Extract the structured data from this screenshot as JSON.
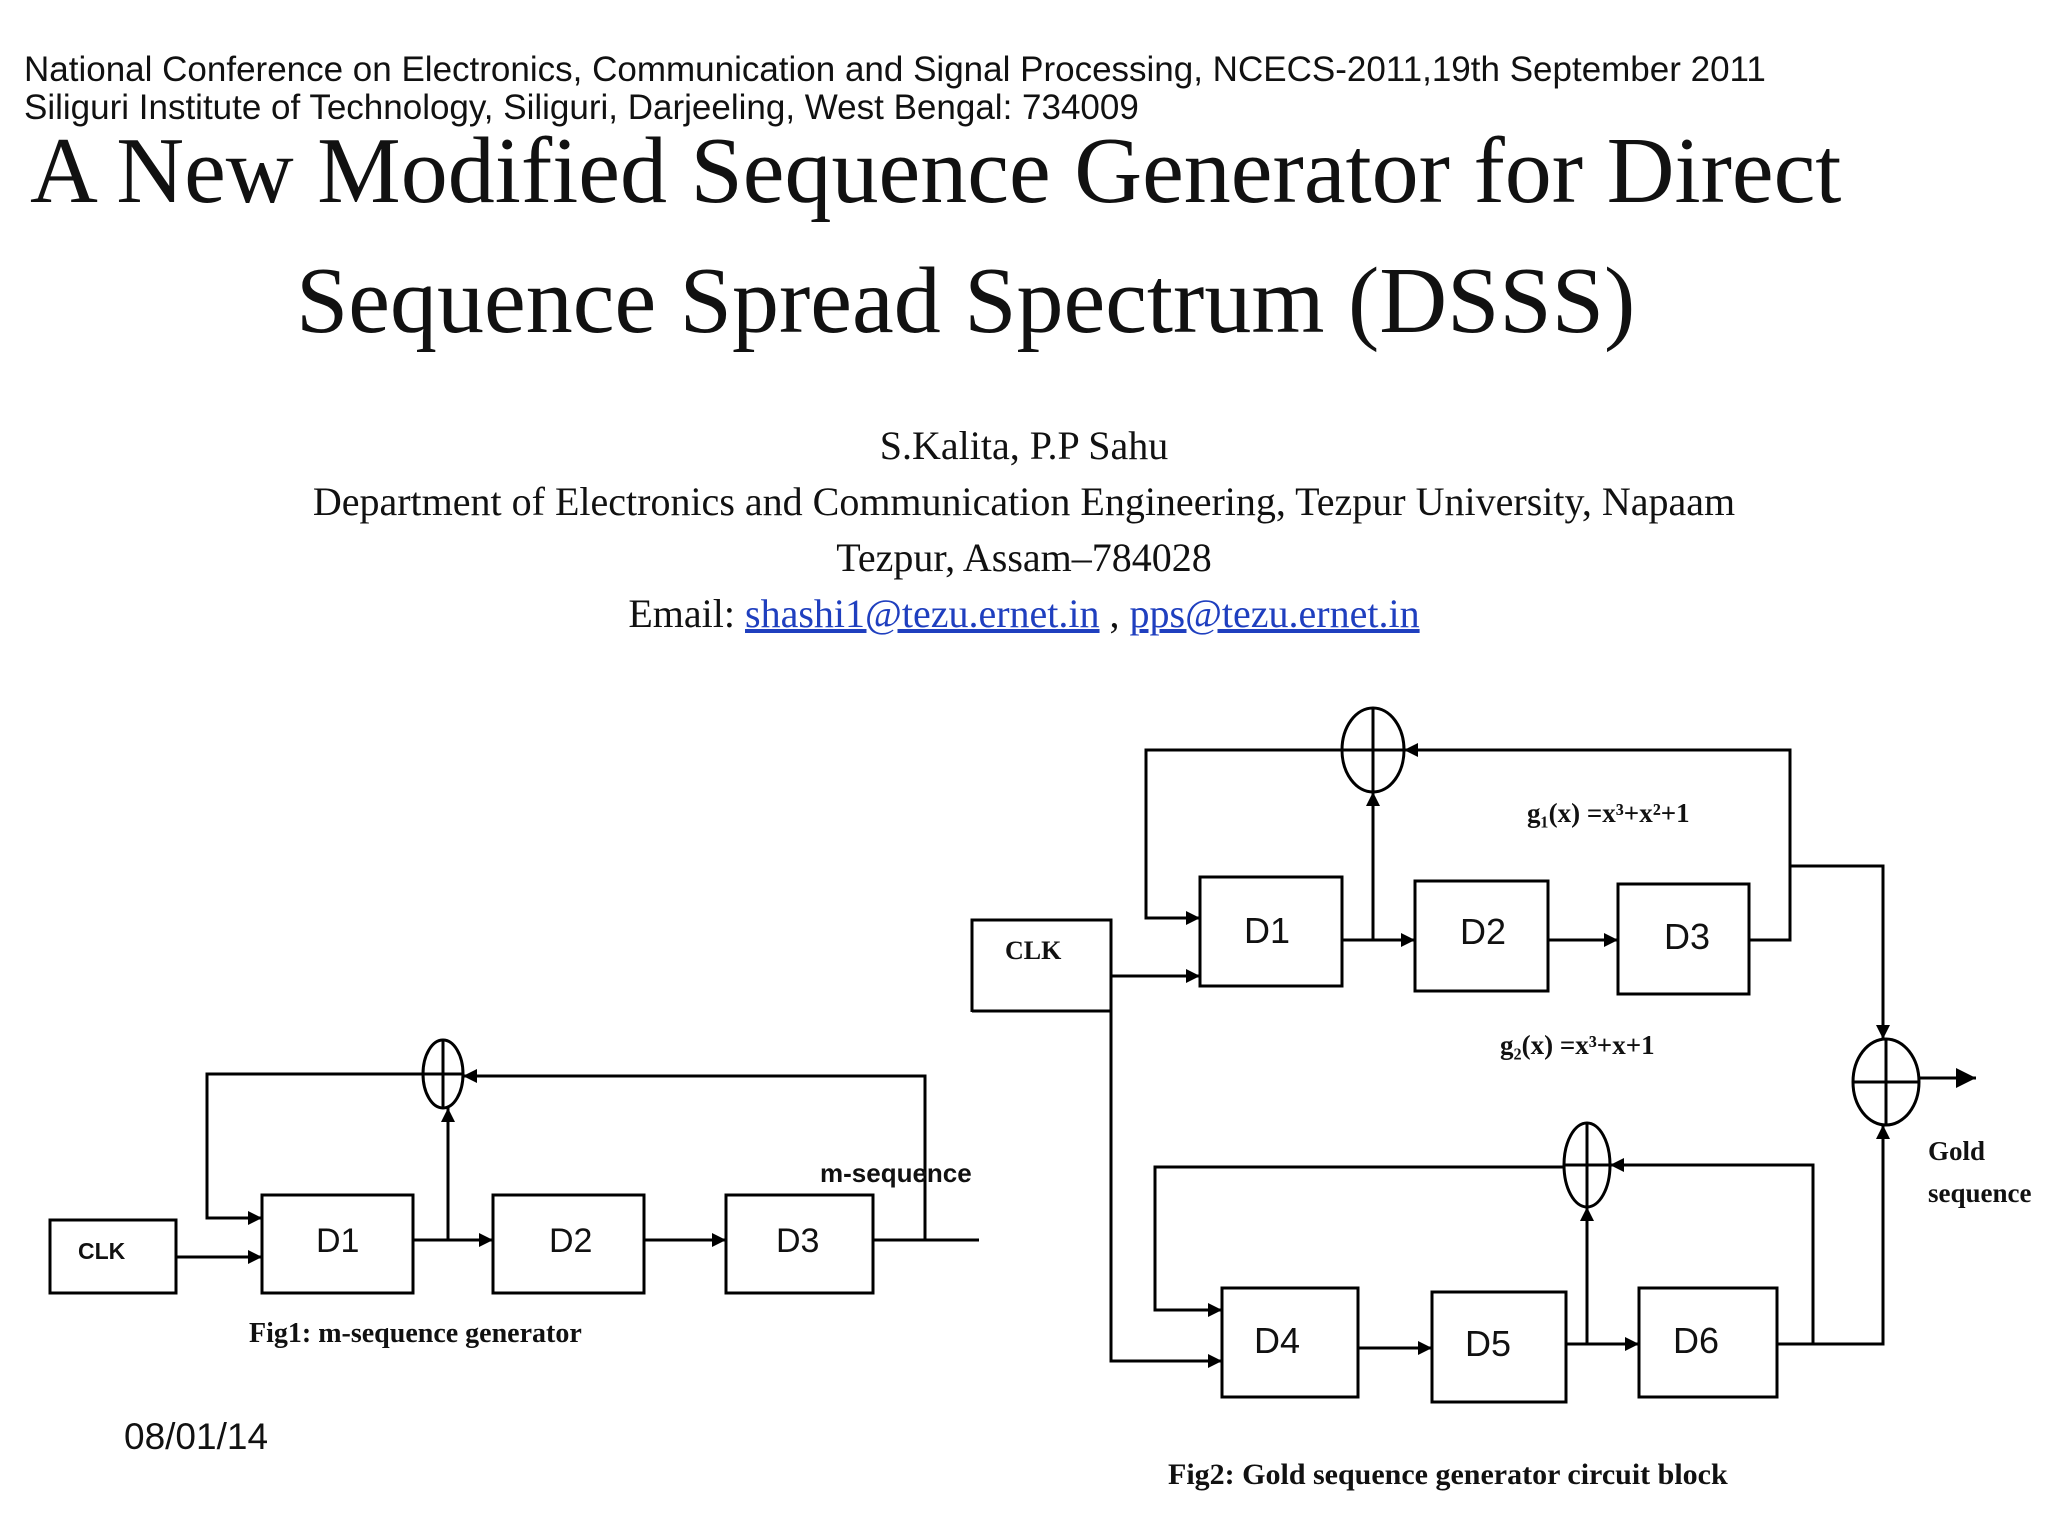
{
  "header": {
    "line1": "National Conference on Electronics, Communication and Signal Processing, NCECS-2011,19th September 2011",
    "line2": "Siliguri Institute of Technology, Siliguri, Darjeeling, West Bengal: 734009"
  },
  "title": {
    "line1": "A New Modified Sequence Generator for Direct",
    "line2": "Sequence Spread Spectrum (DSSS)"
  },
  "authors": {
    "names": "S.Kalita,  P.P Sahu",
    "department": "Department of Electronics and Communication Engineering, Tezpur University, Napaam",
    "address": "Tezpur, Assam–784028",
    "email_label": "Email: ",
    "email1": "shashi1@tezu.ernet.in",
    "email_separator": " , ",
    "email2": "pps@tezu.ernet.in"
  },
  "fig1": {
    "clk": "CLK",
    "d1": "D1",
    "d2": "D2",
    "d3": "D3",
    "output_label": "m-sequence",
    "caption": "Fig1:  m-sequence generator"
  },
  "fig2": {
    "clk": "CLK",
    "d1": "D1",
    "d2": "D2",
    "d3": "D3",
    "d4": "D4",
    "d5": "D5",
    "d6": "D6",
    "g1": "g₁(x) =x³+x²+1",
    "g2": "g₂(x) =x³+x+1",
    "output_label_1": "Gold",
    "output_label_2": "sequence",
    "caption": "Fig2:   Gold sequence generator circuit block"
  },
  "footer": {
    "date": "08/01/14"
  }
}
